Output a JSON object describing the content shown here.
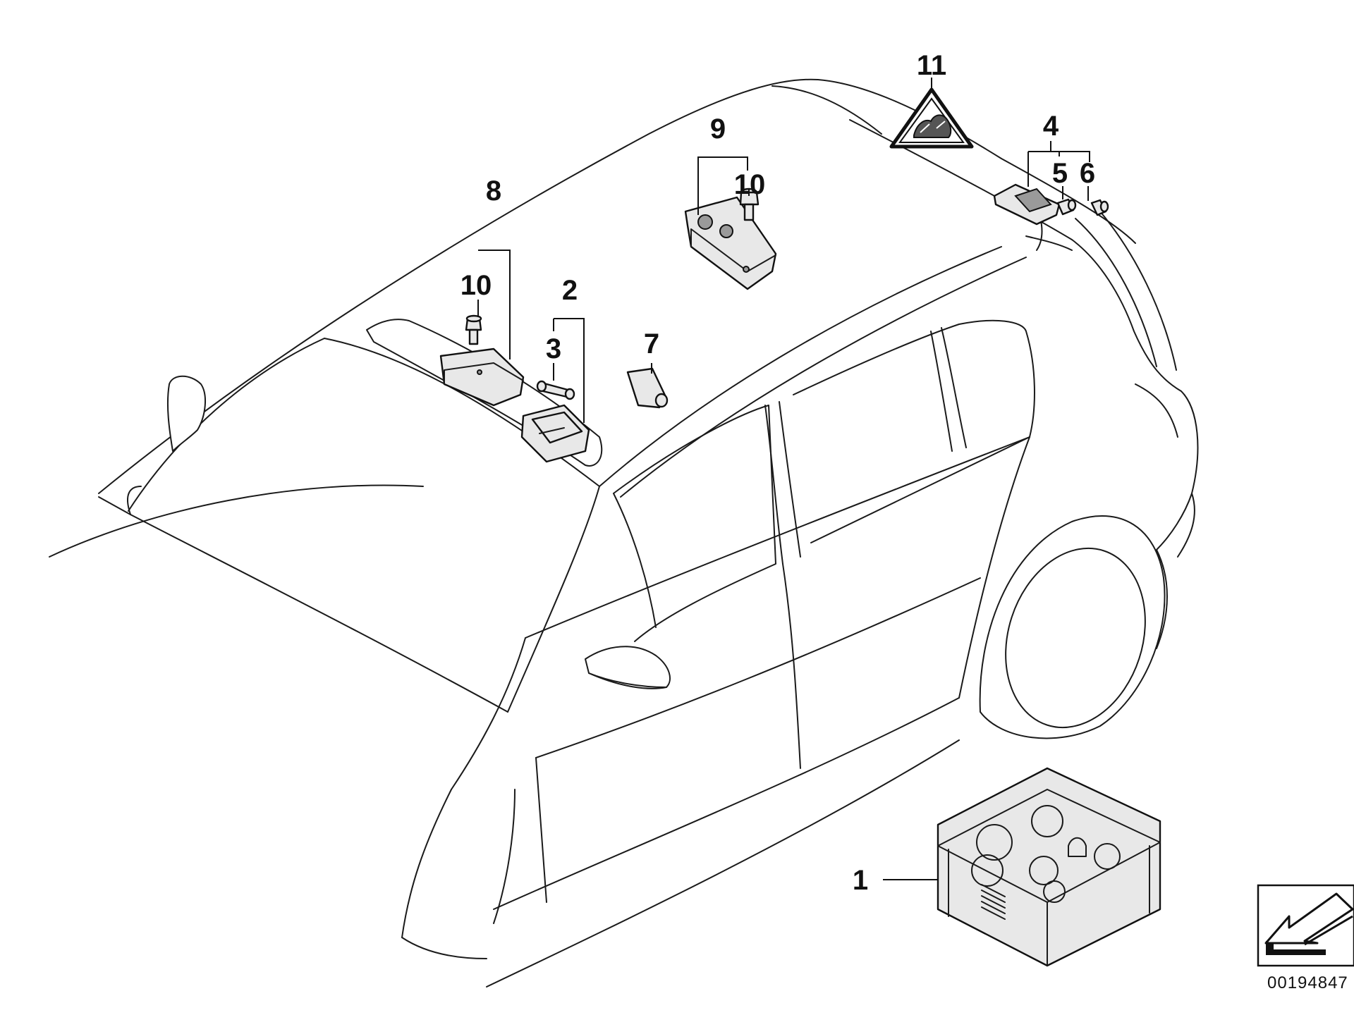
{
  "callouts": {
    "c1": "1",
    "c2": "2",
    "c3": "3",
    "c4": "4",
    "c5": "5",
    "c6": "6",
    "c7": "7",
    "c8": "8",
    "c9": "9",
    "c10a": "10",
    "c10b": "10",
    "c11": "11"
  },
  "diagram_id": "00194847",
  "icons": {
    "warning_sign": "warning-triangle-icon",
    "direction_arrow": "view-direction-arrow-icon"
  }
}
